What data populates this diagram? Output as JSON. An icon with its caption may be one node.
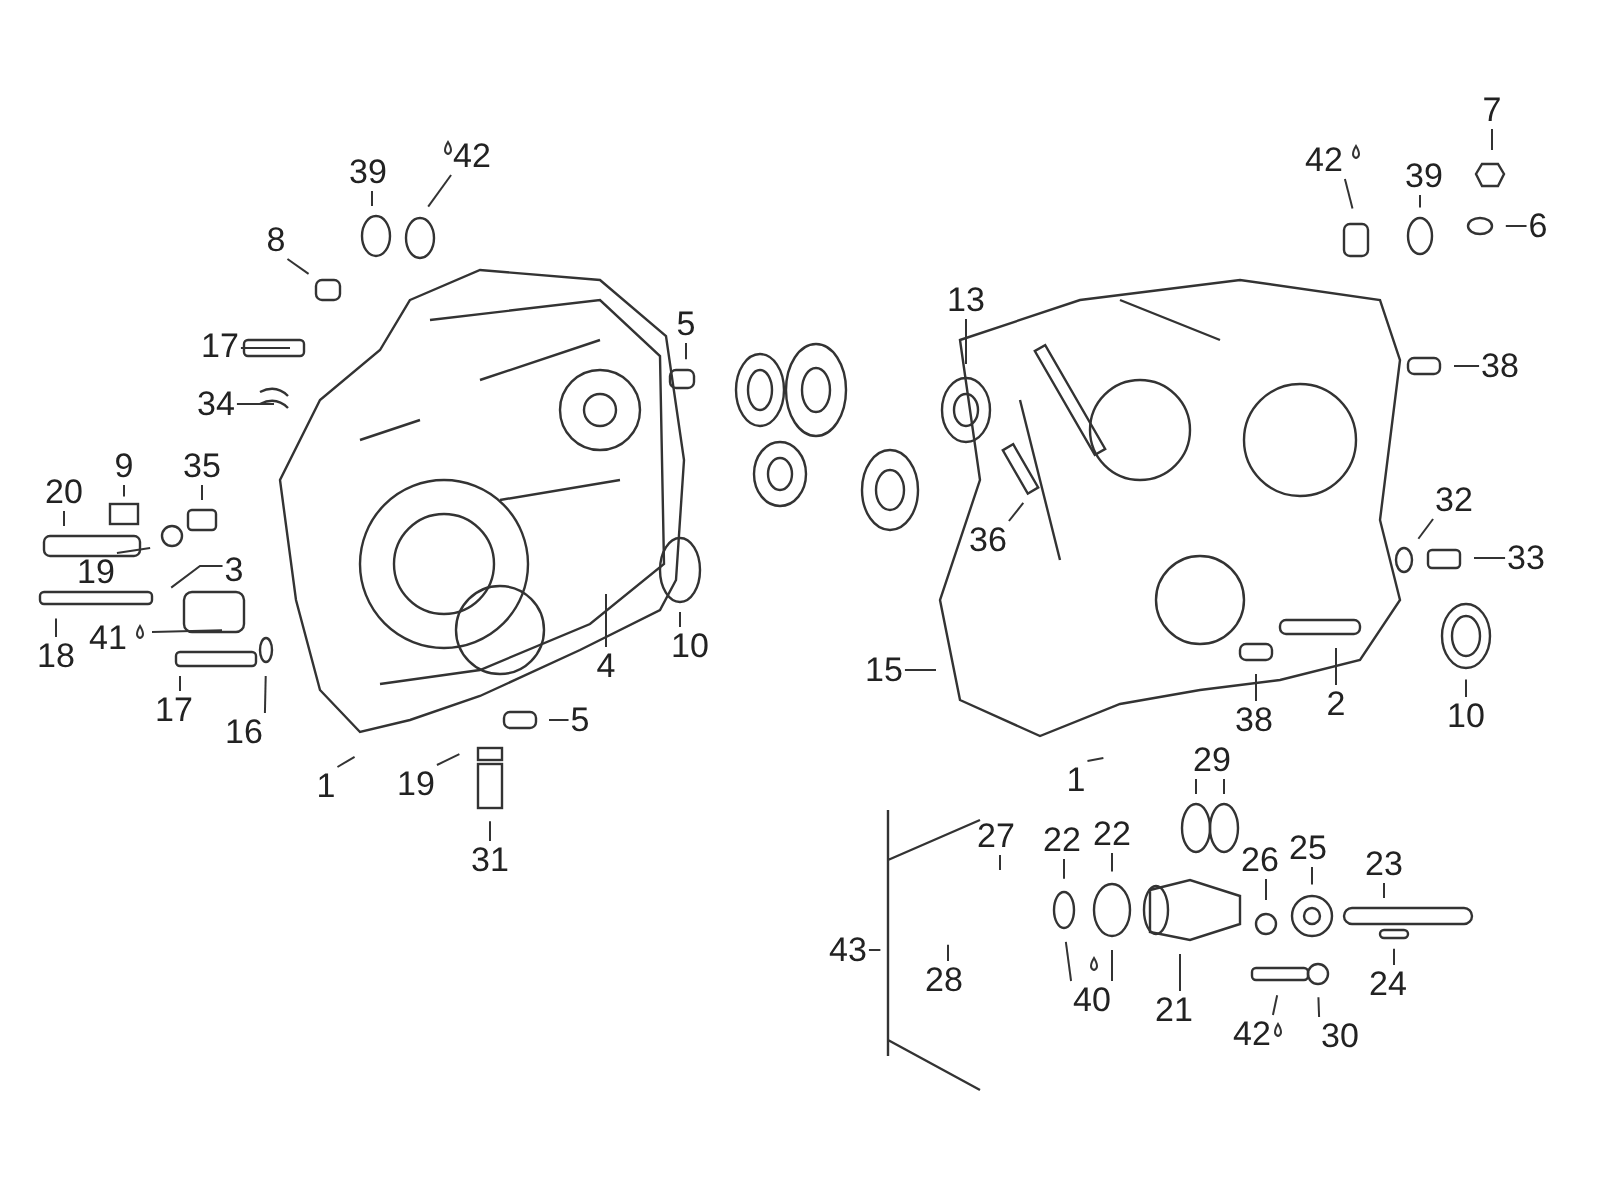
{
  "diagram": {
    "nodes": [
      {
        "text": [
          "39"
        ]
      },
      {
        "text": [
          "42"
        ]
      },
      {
        "text": [
          "8"
        ]
      },
      {
        "text": [
          "17"
        ]
      },
      {
        "text": [
          "34"
        ]
      },
      {
        "text": [
          "5"
        ]
      },
      {
        "text": [
          "9"
        ]
      },
      {
        "text": [
          "35"
        ]
      },
      {
        "text": [
          "20"
        ]
      },
      {
        "text": [
          "19"
        ]
      },
      {
        "text": [
          "3"
        ]
      },
      {
        "text": [
          "41"
        ]
      },
      {
        "text": [
          "18"
        ]
      },
      {
        "text": [
          "17"
        ]
      },
      {
        "text": [
          "16"
        ]
      },
      {
        "text": [
          "4"
        ]
      },
      {
        "text": [
          "10"
        ]
      },
      {
        "text": [
          "5"
        ]
      },
      {
        "text": [
          "1"
        ]
      },
      {
        "text": [
          "19"
        ]
      },
      {
        "text": [
          "31"
        ]
      },
      {
        "text": [
          "13"
        ]
      },
      {
        "text": [
          "42"
        ]
      },
      {
        "text": [
          "39"
        ]
      },
      {
        "text": [
          "7"
        ]
      },
      {
        "text": [
          "6"
        ]
      },
      {
        "text": [
          "38"
        ]
      },
      {
        "text": [
          "36"
        ]
      },
      {
        "text": [
          "32"
        ]
      },
      {
        "text": [
          "33"
        ]
      },
      {
        "text": [
          "15"
        ]
      },
      {
        "text": [
          "38"
        ]
      },
      {
        "text": [
          "2"
        ]
      },
      {
        "text": [
          "10"
        ]
      },
      {
        "text": [
          "1"
        ]
      },
      {
        "text": [
          "29"
        ]
      },
      {
        "text": [
          "27"
        ]
      },
      {
        "text": [
          "22"
        ]
      },
      {
        "text": [
          "22"
        ]
      },
      {
        "text": [
          "25"
        ]
      },
      {
        "text": [
          "26"
        ]
      },
      {
        "text": [
          "23"
        ]
      },
      {
        "text": [
          "43"
        ]
      },
      {
        "text": [
          "28"
        ]
      },
      {
        "text": [
          "40"
        ]
      },
      {
        "text": [
          "21"
        ]
      },
      {
        "text": [
          "42"
        ]
      },
      {
        "text": [
          "30"
        ]
      },
      {
        "text": [
          "24"
        ]
      }
    ],
    "edges": [
      {
        "from": 0,
        "to": null,
        "arrow": "none"
      },
      {
        "from": 1,
        "to": null,
        "arrow": "none"
      },
      {
        "from": 2,
        "to": null,
        "arrow": "none"
      },
      {
        "from": 3,
        "to": null,
        "arrow": "none"
      },
      {
        "from": 4,
        "to": null,
        "arrow": "none"
      },
      {
        "from": 5,
        "to": null,
        "arrow": "none"
      },
      {
        "from": 6,
        "to": null,
        "arrow": "none"
      },
      {
        "from": 7,
        "to": null,
        "arrow": "none"
      },
      {
        "from": 8,
        "to": null,
        "arrow": "none"
      },
      {
        "from": 9,
        "to": null,
        "arrow": "none"
      },
      {
        "from": 10,
        "to": null,
        "arrow": "none"
      },
      {
        "from": 11,
        "to": null,
        "arrow": "none"
      },
      {
        "from": 12,
        "to": null,
        "arrow": "none"
      },
      {
        "from": 13,
        "to": null,
        "arrow": "none"
      },
      {
        "from": 14,
        "to": null,
        "arrow": "none"
      },
      {
        "from": 15,
        "to": null,
        "arrow": "none"
      },
      {
        "from": 16,
        "to": null,
        "arrow": "none"
      },
      {
        "from": 17,
        "to": null,
        "arrow": "none"
      },
      {
        "from": 18,
        "to": null,
        "arrow": "none"
      },
      {
        "from": 19,
        "to": null,
        "arrow": "none"
      },
      {
        "from": 20,
        "to": null,
        "arrow": "none"
      },
      {
        "from": 21,
        "to": null,
        "arrow": "none"
      },
      {
        "from": 22,
        "to": null,
        "arrow": "none"
      },
      {
        "from": 23,
        "to": null,
        "arrow": "none"
      },
      {
        "from": 24,
        "to": null,
        "arrow": "none"
      },
      {
        "from": 25,
        "to": null,
        "arrow": "none"
      },
      {
        "from": 26,
        "to": null,
        "arrow": "none"
      },
      {
        "from": 27,
        "to": null,
        "arrow": "none"
      },
      {
        "from": 28,
        "to": null,
        "arrow": "none"
      },
      {
        "from": 29,
        "to": null,
        "arrow": "none"
      },
      {
        "from": 30,
        "to": null,
        "arrow": "none"
      },
      {
        "from": 31,
        "to": null,
        "arrow": "none"
      },
      {
        "from": 32,
        "to": null,
        "arrow": "none"
      },
      {
        "from": 33,
        "to": null,
        "arrow": "none"
      },
      {
        "from": 34,
        "to": null,
        "arrow": "none"
      },
      {
        "from": 35,
        "to": null,
        "arrow": "none"
      },
      {
        "from": 35,
        "to": null,
        "arrow": "none"
      },
      {
        "from": 36,
        "to": null,
        "arrow": "none"
      },
      {
        "from": 37,
        "to": null,
        "arrow": "none"
      },
      {
        "from": 38,
        "to": null,
        "arrow": "none"
      },
      {
        "from": 39,
        "to": null,
        "arrow": "none"
      },
      {
        "from": 40,
        "to": null,
        "arrow": "none"
      },
      {
        "from": 41,
        "to": null,
        "arrow": "none"
      },
      {
        "from": 42,
        "to": null,
        "arrow": "none"
      },
      {
        "from": 43,
        "to": null,
        "arrow": "none"
      },
      {
        "from": 44,
        "to": null,
        "arrow": "none"
      },
      {
        "from": 44,
        "to": null,
        "arrow": "none"
      },
      {
        "from": 45,
        "to": null,
        "arrow": "none"
      },
      {
        "from": 46,
        "to": null,
        "arrow": "none"
      },
      {
        "from": 47,
        "to": null,
        "arrow": "none"
      },
      {
        "from": 48,
        "to": null,
        "arrow": "none"
      }
    ]
  }
}
